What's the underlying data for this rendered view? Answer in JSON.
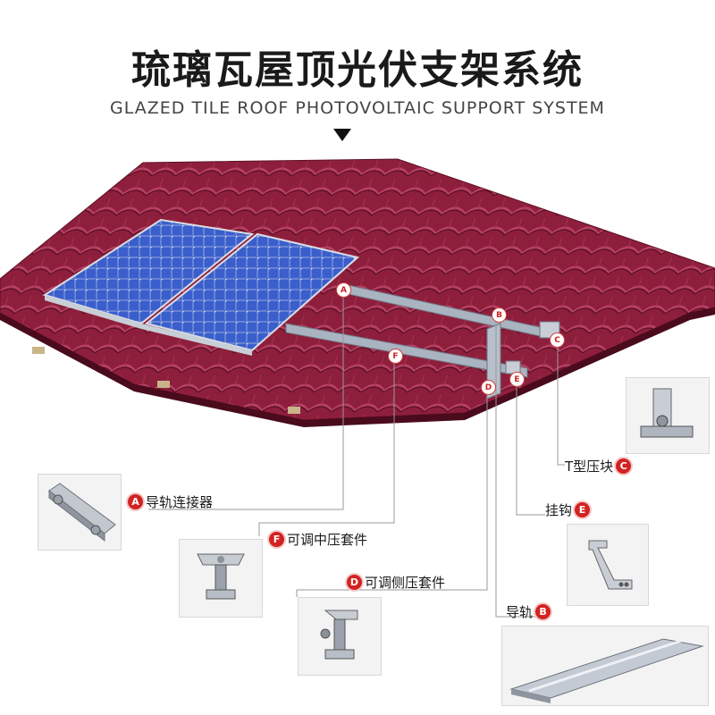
{
  "header": {
    "title": "琉璃瓦屋顶光伏支架系统",
    "subtitle": "GLAZED TILE ROOF PHOTOVOLTAIC SUPPORT SYSTEM"
  },
  "colors": {
    "roof": "#8e1f3c",
    "roof_dark": "#6a1329",
    "panel": "#2f4fb8",
    "rail": "#aab3c0",
    "badge": "#d32222",
    "leader": "#9a9a9a"
  },
  "markers": {
    "a": "A",
    "b": "B",
    "c": "C",
    "d": "D",
    "e": "E",
    "f": "F"
  },
  "callouts": {
    "a": {
      "letter": "A",
      "label": "导轨连接器"
    },
    "f": {
      "letter": "F",
      "label": "可调中压套件"
    },
    "d": {
      "letter": "D",
      "label": "可调侧压套件"
    },
    "c": {
      "letter": "C",
      "label": "T型压块"
    },
    "e": {
      "letter": "E",
      "label": "挂钩"
    },
    "b": {
      "letter": "B",
      "label": "导轨"
    }
  }
}
